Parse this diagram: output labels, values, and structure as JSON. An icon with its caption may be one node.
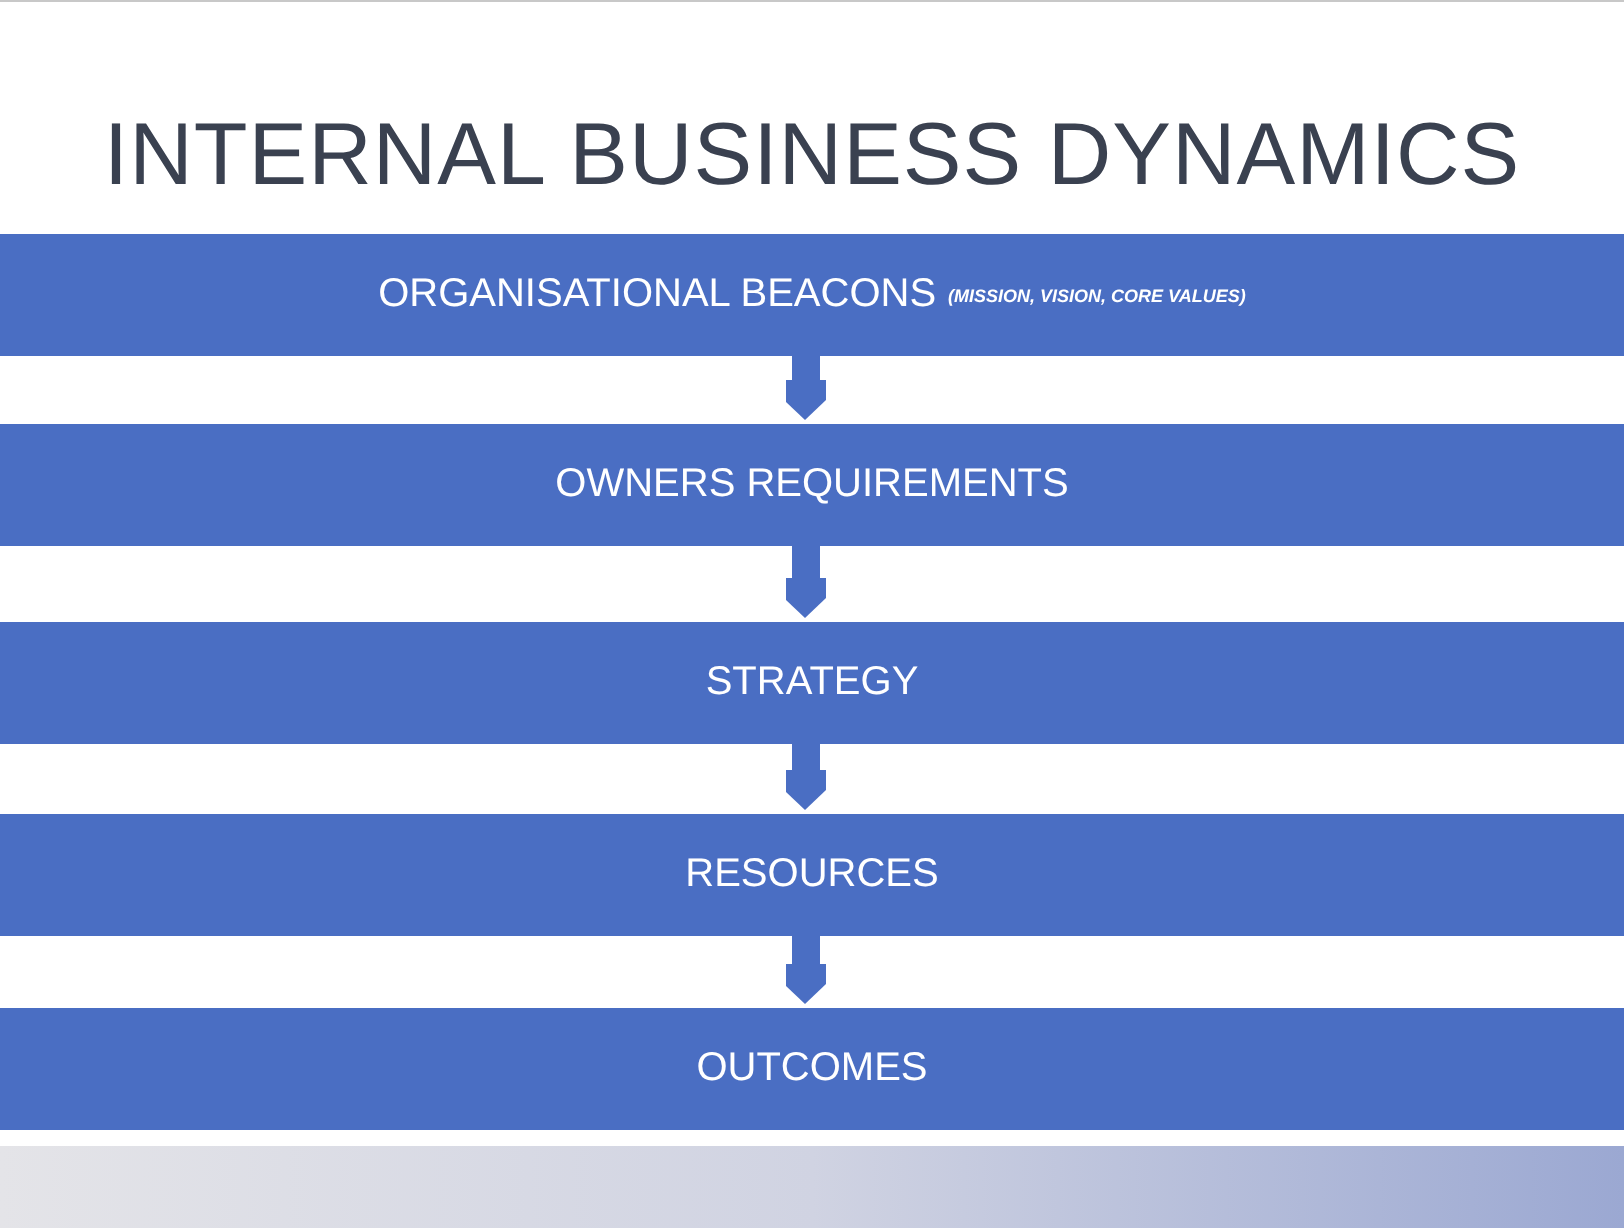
{
  "diagram": {
    "title": "INTERNAL BUSINESS DYNAMICS",
    "nodes": [
      {
        "text": [
          "ORGANISATIONAL BEACONS",
          "(MISSION, VISION, CORE VALUES)"
        ]
      },
      {
        "text": [
          "OWNERS REQUIREMENTS"
        ]
      },
      {
        "text": [
          "STRATEGY"
        ]
      },
      {
        "text": [
          "RESOURCES"
        ]
      },
      {
        "text": [
          "OUTCOMES"
        ]
      }
    ],
    "edges": [
      {
        "from": 0,
        "to": 1,
        "arrow": "to"
      },
      {
        "from": 1,
        "to": 2,
        "arrow": "to"
      },
      {
        "from": 2,
        "to": 3,
        "arrow": "to"
      },
      {
        "from": 3,
        "to": 4,
        "arrow": "to"
      }
    ]
  }
}
